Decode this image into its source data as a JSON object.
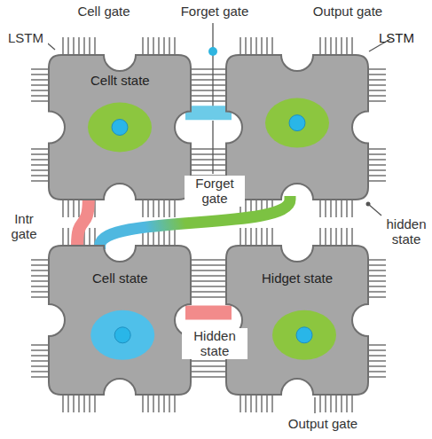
{
  "diagram": {
    "nodes": [
      {
        "text": [
          "Cellt state"
        ]
      },
      {
        "text": [
          "LSTM"
        ]
      },
      {
        "text": [
          "Cell state"
        ]
      },
      {
        "text": [
          "Hidget state"
        ]
      }
    ],
    "edges": [
      {
        "from": 0,
        "to": 1,
        "arrow": "none"
      },
      {
        "from": 0,
        "to": 2,
        "arrow": "none"
      },
      {
        "from": 1,
        "to": 2,
        "arrow": "none"
      },
      {
        "from": 2,
        "to": 3,
        "arrow": "none"
      }
    ],
    "labels": [
      "Cell gate",
      "Forget gate",
      "Output gate",
      "LSTM",
      "Forget gate",
      "Intr gate",
      "hidden state",
      "Hidden state",
      "Output gate"
    ]
  }
}
